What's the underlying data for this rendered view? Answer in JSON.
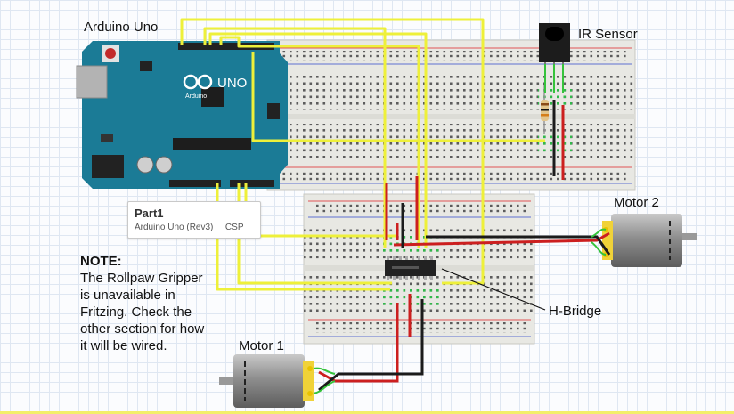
{
  "labels": {
    "arduino": "Arduino Uno",
    "ir_sensor": "IR Sensor",
    "motor_2": "Motor 2",
    "motor_1": "Motor 1",
    "h_bridge": "H-Bridge"
  },
  "tooltip": {
    "title": "Part1",
    "subtitle": "Arduino Uno (Rev3)",
    "extra": "ICSP"
  },
  "note": {
    "heading": "NOTE:",
    "body": "The Rollpaw Gripper is unavailable in Fritzing. Check the other section for how it will be wired."
  },
  "board": {
    "logo_text": "UNO",
    "brand_text": "Arduino"
  },
  "colors": {
    "board": "#1a7a95",
    "wire_signal": "#eef03a",
    "wire_power": "#cc1f1f",
    "wire_ground": "#1b1b1b",
    "wire_motor": "#35c33b",
    "breadboard": "#e9e9e4",
    "motor_body": "#f0d238"
  }
}
